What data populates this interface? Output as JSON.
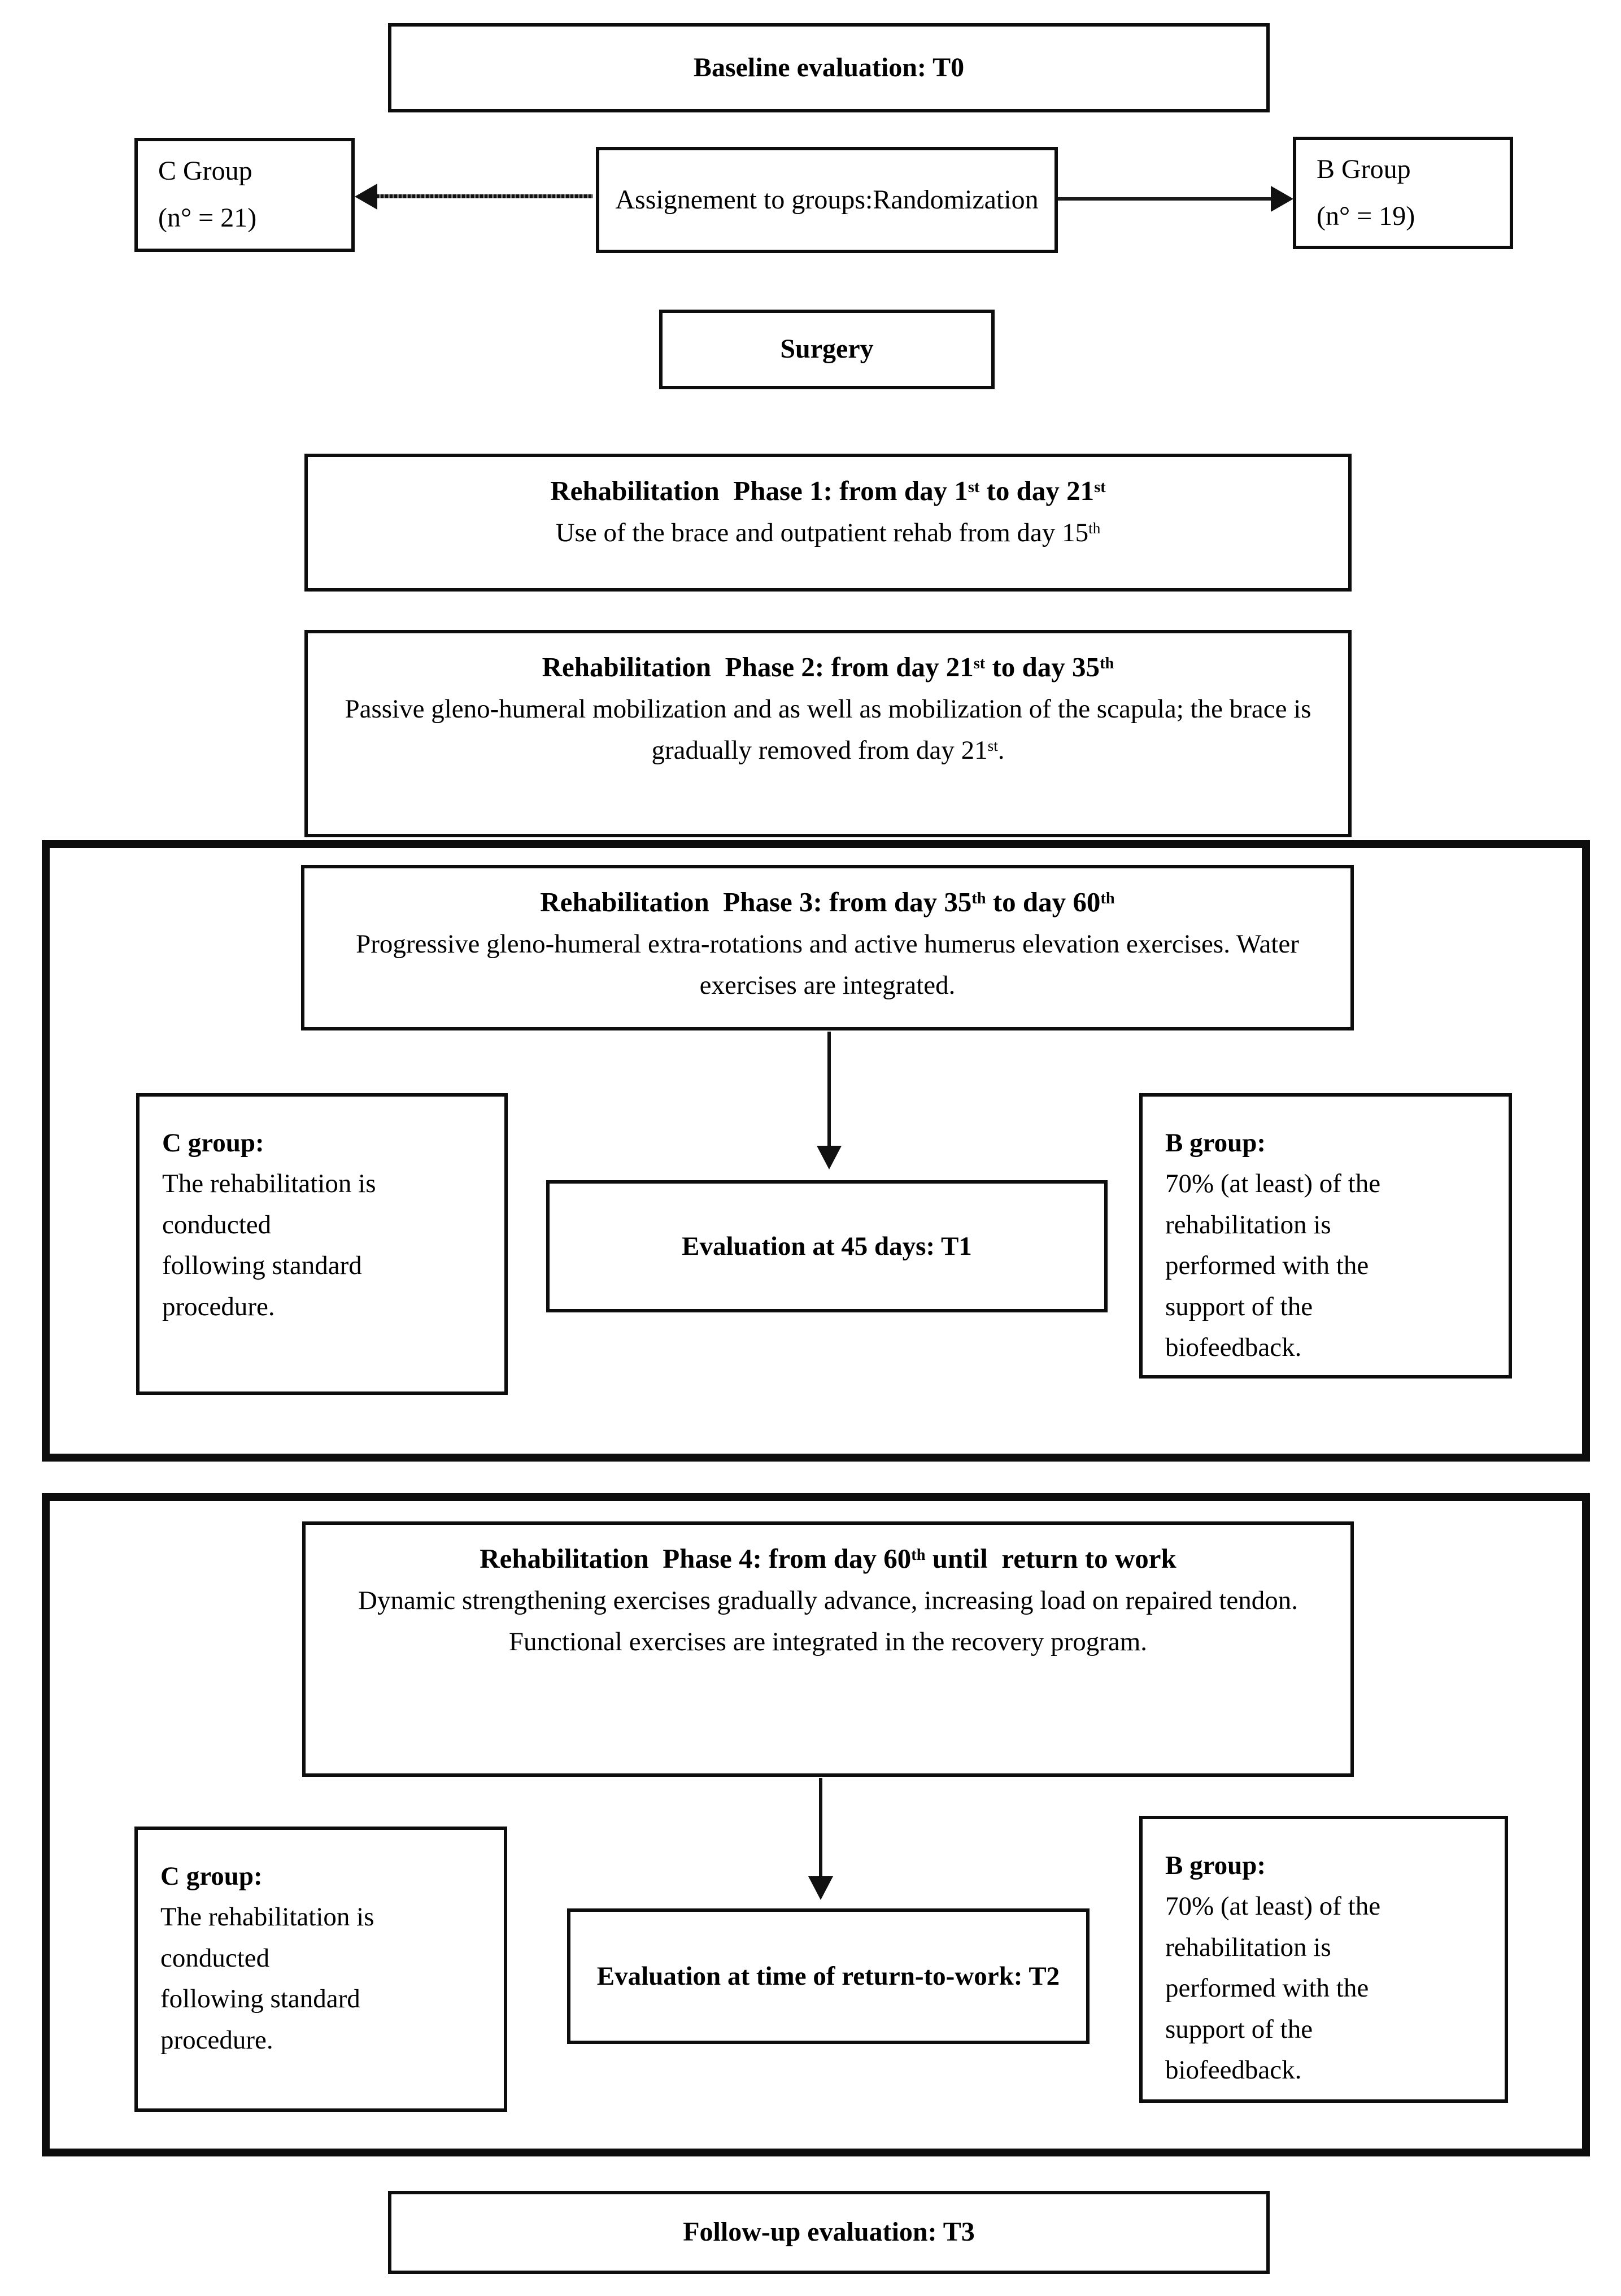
{
  "colors": {
    "ink": "#000000",
    "paper": "#ffffff"
  },
  "diagram": {
    "baseline": {
      "label": "Baseline evaluation: T0"
    },
    "c_group_top": {
      "lines": [
        "C Group",
        "(n° = 21)"
      ]
    },
    "assignment": {
      "lines": [
        "Assignement to groups:",
        "Randomization"
      ]
    },
    "b_group_top": {
      "lines": [
        "B Group",
        "(n° = 19)"
      ]
    },
    "surgery": {
      "label": "Surgery"
    },
    "phase1": {
      "title": [
        {
          "t": "Rehabilitation  Phase 1: from day 1"
        },
        {
          "t": "st",
          "sup": true
        },
        {
          "t": " to day 21"
        },
        {
          "t": "st",
          "sup": true
        }
      ],
      "body": [
        {
          "t": "Use of the brace and outpatient rehab from day 15"
        },
        {
          "t": "th",
          "sup": true
        }
      ]
    },
    "phase2": {
      "title": [
        {
          "t": "Rehabilitation  Phase 2: from day 21"
        },
        {
          "t": "st",
          "sup": true
        },
        {
          "t": " to day 35"
        },
        {
          "t": "th",
          "sup": true
        }
      ],
      "body": [
        {
          "t": "Passive gleno-humeral mobilization and as well as mobilization of the scapula; the brace is gradually removed from day 21"
        },
        {
          "t": "st",
          "sup": true
        },
        {
          "t": "."
        }
      ]
    },
    "phase3": {
      "title": [
        {
          "t": "Rehabilitation  Phase 3: from day 35"
        },
        {
          "t": "th",
          "sup": true
        },
        {
          "t": " to day 60"
        },
        {
          "t": "th",
          "sup": true
        }
      ],
      "body": [
        {
          "t": "Progressive gleno-humeral extra-rotations and active humerus elevation exercises. Water exercises are integrated."
        }
      ]
    },
    "t1": {
      "label": "Evaluation at 45 days: T1"
    },
    "phase3_c_group": {
      "heading": "C group:",
      "lines": [
        "The rehabilitation is",
        "conducted",
        "following standard",
        "procedure."
      ]
    },
    "phase3_b_group": {
      "heading": "B group:",
      "lines": [
        "70% (at least) of the",
        "rehabilitation is",
        "performed with the",
        "support of the",
        "biofeedback."
      ]
    },
    "phase4": {
      "title": [
        {
          "t": "Rehabilitation  Phase 4: from day 60"
        },
        {
          "t": "th",
          "sup": true
        },
        {
          "t": " until  return to work"
        }
      ],
      "body": [
        {
          "t": "Dynamic strengthening exercises gradually advance, increasing load on repaired tendon. Functional exercises are integrated in the recovery program."
        }
      ]
    },
    "t2": {
      "lines": [
        "Evaluation at time of return-",
        "to-work: T2"
      ]
    },
    "phase4_c_group": {
      "heading": "C group:",
      "lines": [
        "The rehabilitation is",
        "conducted",
        "following standard",
        "procedure."
      ]
    },
    "phase4_b_group": {
      "heading": "B group:",
      "lines": [
        "70% (at least) of the",
        "rehabilitation is",
        "performed with the",
        "support of the",
        "biofeedback."
      ]
    },
    "followup": {
      "label": "Follow-up evaluation: T3"
    }
  }
}
